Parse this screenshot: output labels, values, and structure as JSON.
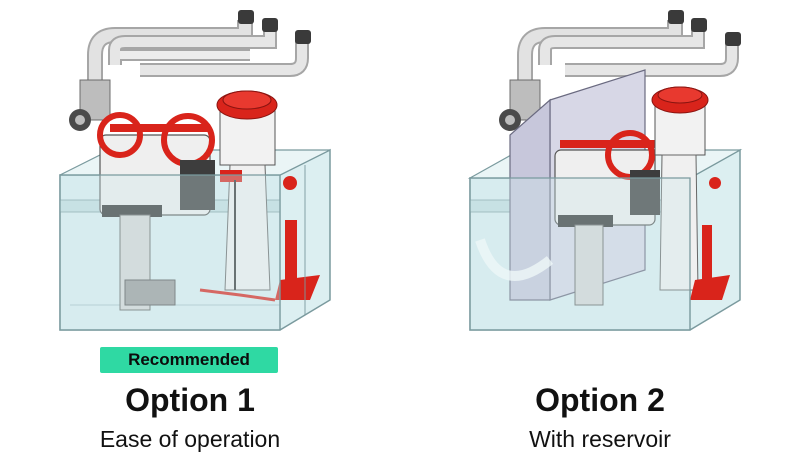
{
  "options": [
    {
      "badge": "Recommended",
      "title": "Option 1",
      "subtitle": "Ease of operation"
    },
    {
      "badge": "",
      "title": "Option 2",
      "subtitle": "With reservoir"
    }
  ],
  "colors": {
    "badge": "#2fd9a3",
    "accent_red": "#d9241b",
    "tank_glass": "#cfe9ec",
    "pipe": "#c9c9c9"
  }
}
